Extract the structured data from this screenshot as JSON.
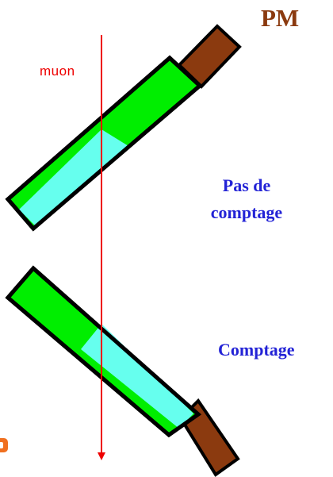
{
  "labels": {
    "pm": "PM",
    "muon": "muon",
    "no_count_line1": "Pas de",
    "no_count_line2": "comptage",
    "count": "Comptage"
  },
  "colors": {
    "scintillator": "#00ee00",
    "light_cone": "#66ffee",
    "photomultiplier": "#8b3a0f",
    "muon_track": "#ee0000",
    "label_pm": "#8b3a0f",
    "label_text": "#2323d6"
  }
}
